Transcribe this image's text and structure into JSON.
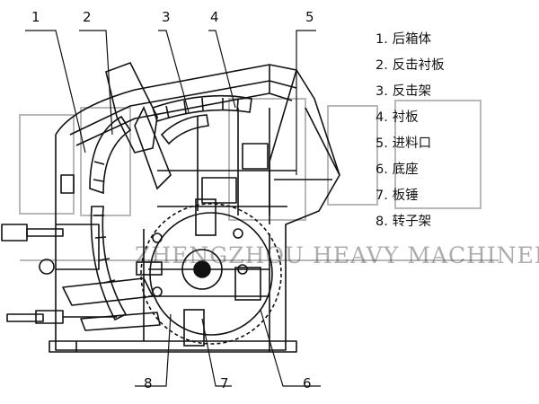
{
  "callouts": [
    {
      "number": "1"
    },
    {
      "number": "2"
    },
    {
      "number": "3"
    },
    {
      "number": "4"
    },
    {
      "number": "5"
    },
    {
      "number": "6"
    },
    {
      "number": "7"
    },
    {
      "number": "8"
    }
  ],
  "legend": [
    {
      "number": "1.",
      "text": "后箱体"
    },
    {
      "number": "2.",
      "text": "反击衬板"
    },
    {
      "number": "3.",
      "text": "反击架"
    },
    {
      "number": "4.",
      "text": "衬板"
    },
    {
      "number": "5.",
      "text": "进料口"
    },
    {
      "number": "6.",
      "text": "底座"
    },
    {
      "number": "7.",
      "text": "板锤"
    },
    {
      "number": "8.",
      "text": "转子架"
    }
  ],
  "watermark": {
    "text": "ZHENGZHOU HEAVY MACHINERY",
    "color": "#000000"
  },
  "colors": {
    "line": "#111111",
    "background": "#ffffff"
  }
}
